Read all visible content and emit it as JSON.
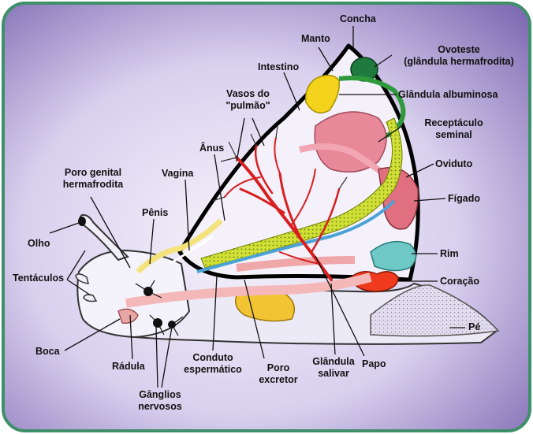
{
  "labels": {
    "concha": "Concha",
    "manto": "Manto",
    "ovoteste_1": "Ovoteste",
    "ovoteste_2": "(glândula hermafrodita)",
    "intestino": "Intestino",
    "glandula_albuminosa": "Glândula albuminosa",
    "vasos_1": "Vasos do",
    "vasos_2": "\"pulmão\"",
    "receptaculo_1": "Receptáculo",
    "receptaculo_2": "seminal",
    "anus": "Ânus",
    "oviduto": "Oviduto",
    "poro_genital_1": "Poro genital",
    "poro_genital_2": "hermafrodita",
    "vagina": "Vagina",
    "figado": "Fígado",
    "penis": "Pênis",
    "olho": "Olho",
    "rim": "Rim",
    "tentaculos": "Tentáculos",
    "coracao": "Coração",
    "pe": "Pé",
    "boca": "Boca",
    "radula": "Rádula",
    "conduto_1": "Conduto",
    "conduto_2": "espermático",
    "poro_excretor_1": "Poro",
    "poro_excretor_2": "excretor",
    "glandula_salivar_1": "Glândula",
    "glandula_salivar_2": "salivar",
    "papo": "Papo",
    "ganglios_1": "Gânglios",
    "ganglios_2": "nervosos"
  },
  "colors": {
    "background_outer": "#7f6bb3",
    "background_inner": "#efeaf8",
    "frame_border": "#3f8f6a",
    "shell_outline": "#000000",
    "ovotestis": "#1e7a3e",
    "albumin_gland": "#f2d21a",
    "intestine_green": "#2f9a3c",
    "blood_vessels": "#d81e1e",
    "receptacle": "#e8899a",
    "kidney": "#6ec8c6",
    "heart": "#ef3a1e",
    "salivary_gland": "#f2c433",
    "foot_texture": "#d9d4e8"
  }
}
